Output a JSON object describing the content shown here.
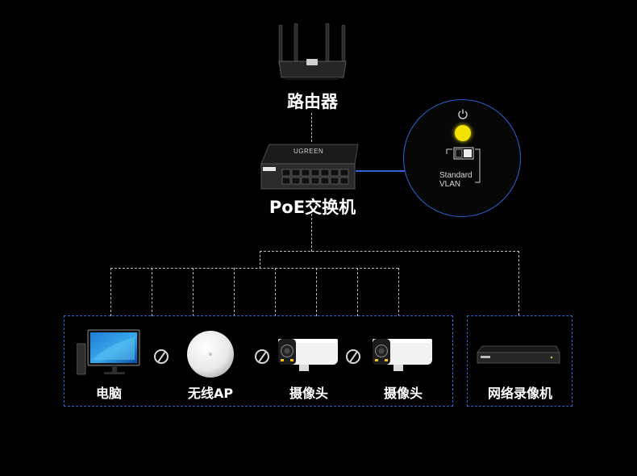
{
  "router": {
    "label": "路由器"
  },
  "switch": {
    "label": "PoE交换机",
    "brand": "UGREEN",
    "badge": "UGREEN"
  },
  "zoom": {
    "line1": "Standard",
    "line2": "VLAN",
    "led_color": "#f2e100"
  },
  "devices": [
    {
      "label": "电脑"
    },
    {
      "label": "无线AP"
    },
    {
      "label": "摄像头"
    },
    {
      "label": "摄像头"
    },
    {
      "label": "网络录像机"
    }
  ],
  "colors": {
    "background": "#000000",
    "accent_blue": "#2d63d4",
    "dash_gray": "#bdbdbd"
  }
}
